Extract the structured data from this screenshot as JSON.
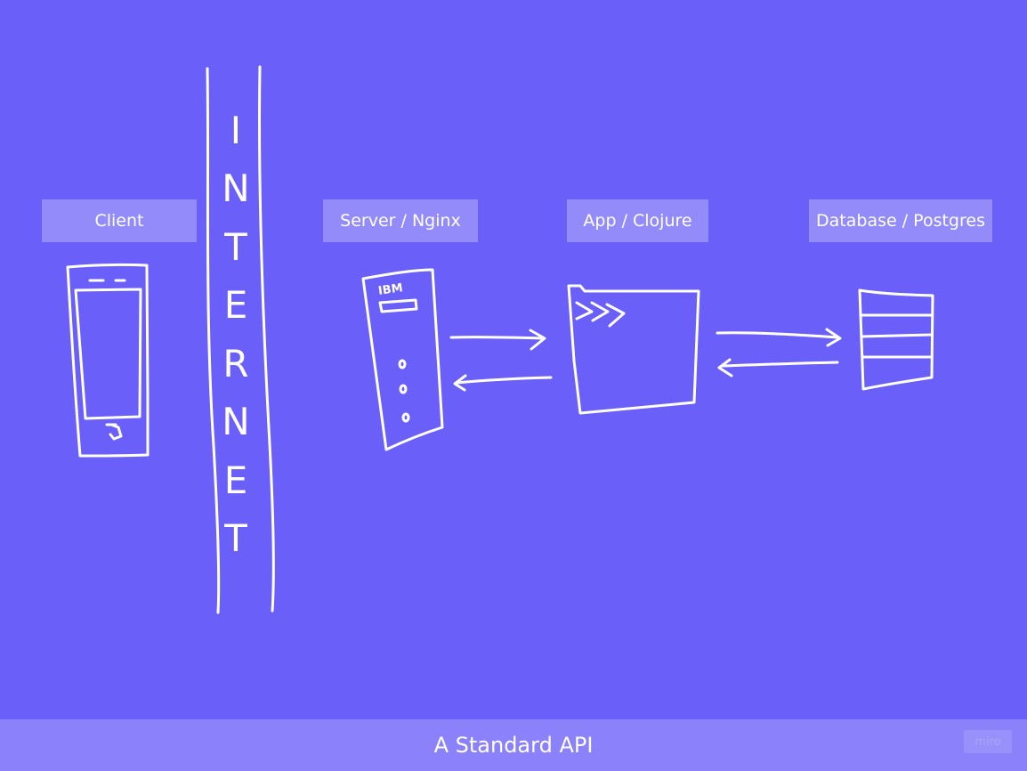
{
  "labels": {
    "client": "Client",
    "server": "Server / Nginx",
    "app": "App / Clojure",
    "database": "Database / Postgres"
  },
  "internet_text": "INTERNET",
  "server_brand": "IBM",
  "footer": {
    "title": "A Standard API"
  },
  "watermark": "miro",
  "colors": {
    "background": "#6a5ff9",
    "footer": "#8a81fb",
    "stroke": "#ffffff"
  }
}
